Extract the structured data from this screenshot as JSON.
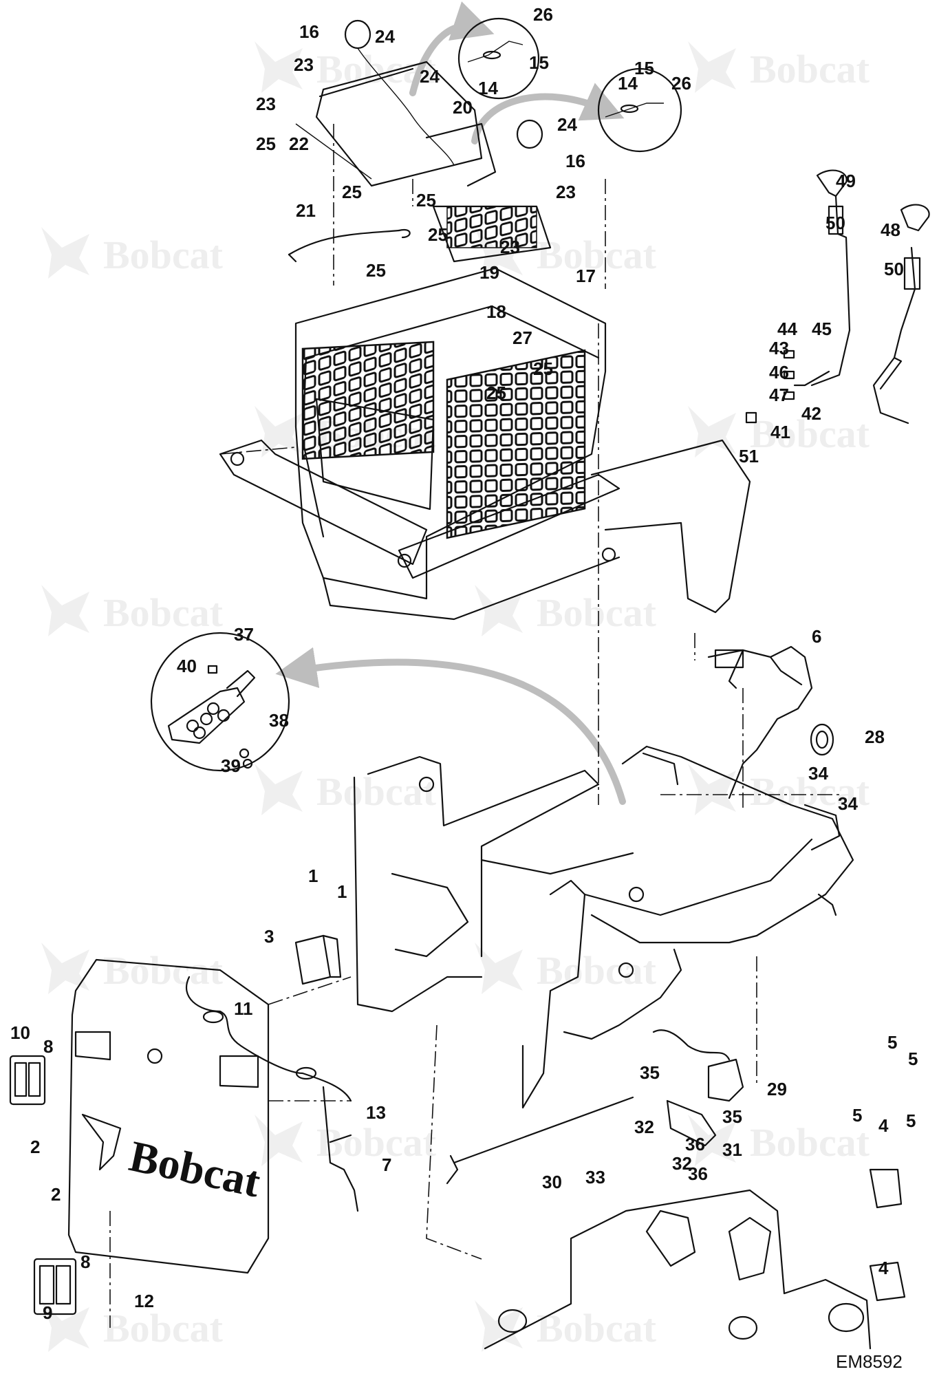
{
  "diagram": {
    "code": "EM8592",
    "watermark_text": "Bobcat",
    "panel_brand": "Bobcat",
    "callouts": [
      "1",
      "1",
      "2",
      "2",
      "3",
      "4",
      "4",
      "5",
      "5",
      "5",
      "5",
      "6",
      "7",
      "8",
      "8",
      "9",
      "10",
      "11",
      "12",
      "13",
      "14",
      "14",
      "15",
      "15",
      "16",
      "16",
      "17",
      "18",
      "19",
      "20",
      "21",
      "22",
      "23",
      "23",
      "23",
      "23",
      "24",
      "24",
      "24",
      "25",
      "25",
      "25",
      "25",
      "25",
      "25",
      "25",
      "26",
      "26",
      "27",
      "28",
      "29",
      "30",
      "31",
      "32",
      "32",
      "33",
      "34",
      "34",
      "35",
      "35",
      "36",
      "36",
      "37",
      "38",
      "39",
      "40",
      "41",
      "42",
      "43",
      "44",
      "45",
      "46",
      "47",
      "48",
      "49",
      "50",
      "50",
      "51"
    ]
  }
}
